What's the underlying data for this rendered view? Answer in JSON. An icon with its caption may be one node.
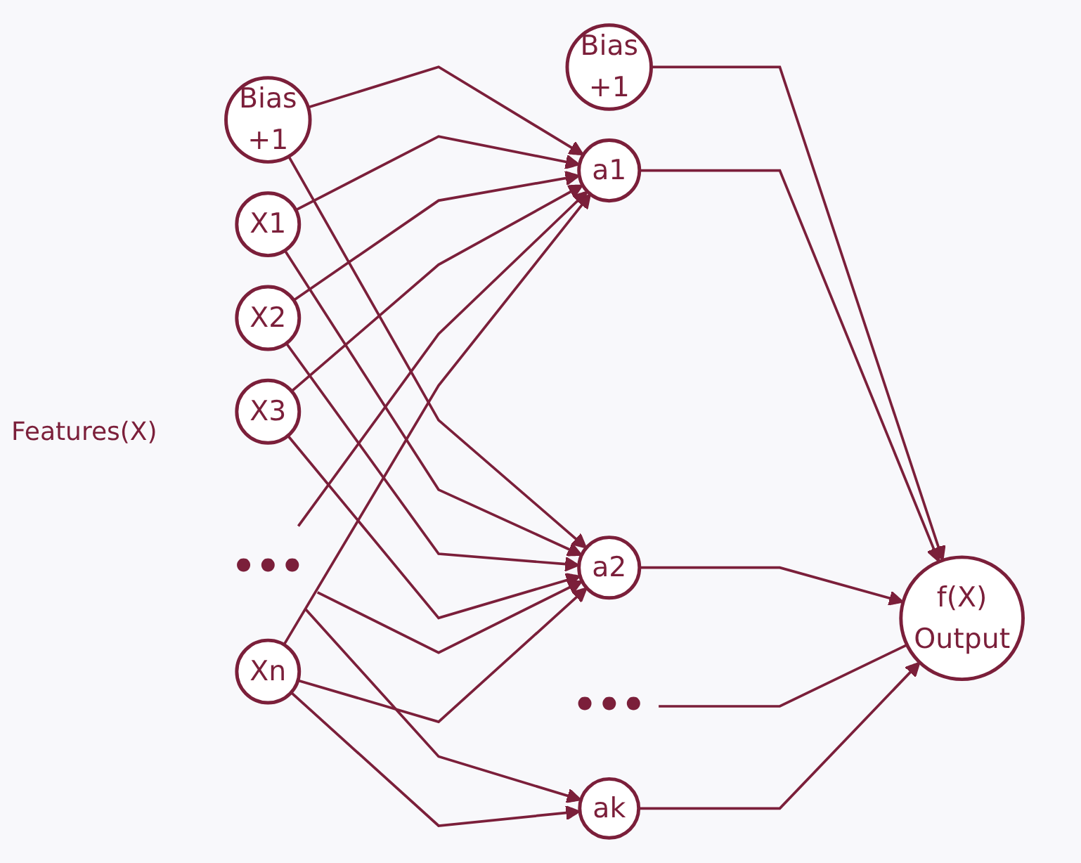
{
  "diagram": {
    "nodes": [
      {
        "text": [
          "Bias",
          "+1"
        ]
      },
      {
        "text": [
          "X1"
        ]
      },
      {
        "text": [
          "X2"
        ]
      },
      {
        "text": [
          "X3"
        ]
      },
      {
        "text": [
          "•••"
        ]
      },
      {
        "text": [
          "Xn"
        ]
      },
      {
        "text": [
          "Bias",
          "+1"
        ]
      },
      {
        "text": [
          "a1"
        ]
      },
      {
        "text": [
          "a2"
        ]
      },
      {
        "text": [
          "•••"
        ]
      },
      {
        "text": [
          "ak"
        ]
      },
      {
        "text": [
          "f(X)",
          "Output"
        ]
      }
    ],
    "edges": [
      {
        "from": 0,
        "to": 7,
        "arrow": "to"
      },
      {
        "from": 0,
        "to": 8,
        "arrow": "to"
      },
      {
        "from": 1,
        "to": 7,
        "arrow": "to"
      },
      {
        "from": 1,
        "to": 8,
        "arrow": "to"
      },
      {
        "from": 2,
        "to": 7,
        "arrow": "to"
      },
      {
        "from": 2,
        "to": 8,
        "arrow": "to"
      },
      {
        "from": 3,
        "to": 7,
        "arrow": "to"
      },
      {
        "from": 3,
        "to": 8,
        "arrow": "to"
      },
      {
        "from": 4,
        "to": 7,
        "arrow": "to"
      },
      {
        "from": 4,
        "to": 8,
        "arrow": "to"
      },
      {
        "from": 4,
        "to": 10,
        "arrow": "to"
      },
      {
        "from": 5,
        "to": 7,
        "arrow": "to"
      },
      {
        "from": 5,
        "to": 8,
        "arrow": "to"
      },
      {
        "from": 5,
        "to": 10,
        "arrow": "to"
      },
      {
        "from": 6,
        "to": 11,
        "arrow": "to"
      },
      {
        "from": 7,
        "to": 11,
        "arrow": "to"
      },
      {
        "from": 8,
        "to": 11,
        "arrow": "to"
      },
      {
        "from": 9,
        "to": 11,
        "arrow": "none"
      },
      {
        "from": 10,
        "to": 11,
        "arrow": "to"
      }
    ],
    "labels": [
      "Features(X)"
    ]
  }
}
